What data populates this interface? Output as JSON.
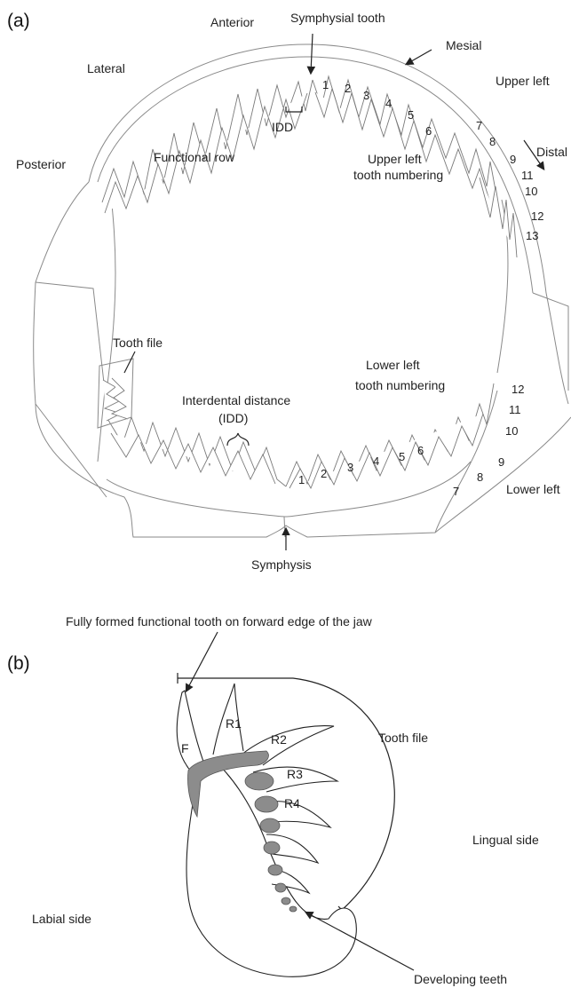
{
  "panel_a": {
    "label": "(a)",
    "anterior": "Anterior",
    "symphysial_tooth": "Symphysial tooth",
    "mesial": "Mesial",
    "lateral": "Lateral",
    "upper_left": "Upper left",
    "idd": "IDD",
    "distal": "Distal",
    "posterior": "Posterior",
    "functional_row": "Functional row",
    "upper_numbering_line1": "Upper left",
    "upper_numbering_line2": "tooth numbering",
    "tooth_file": "Tooth file",
    "lower_numbering_line1": "Lower left",
    "lower_numbering_line2": "tooth numbering",
    "interdental_line1": "Interdental distance",
    "interdental_line2": "(IDD)",
    "lower_left": "Lower left",
    "symphysis": "Symphysis",
    "upper_tooth_numbers": [
      "1",
      "2",
      "3",
      "4",
      "5",
      "6",
      "7",
      "8",
      "9",
      "11",
      "10",
      "12",
      "13"
    ],
    "lower_tooth_numbers": [
      "1",
      "2",
      "3",
      "4",
      "5",
      "6",
      "7",
      "8",
      "9",
      "10",
      "11",
      "12"
    ]
  },
  "panel_b": {
    "caption": "Fully formed functional tooth on forward edge of the jaw",
    "label": "(b)",
    "f": "F",
    "r1": "R1",
    "r2": "R2",
    "r3": "R3",
    "r4": "R4",
    "tooth_file": "Tooth file",
    "lingual_side": "Lingual side",
    "labial_side": "Labial side",
    "developing_teeth": "Developing teeth"
  }
}
